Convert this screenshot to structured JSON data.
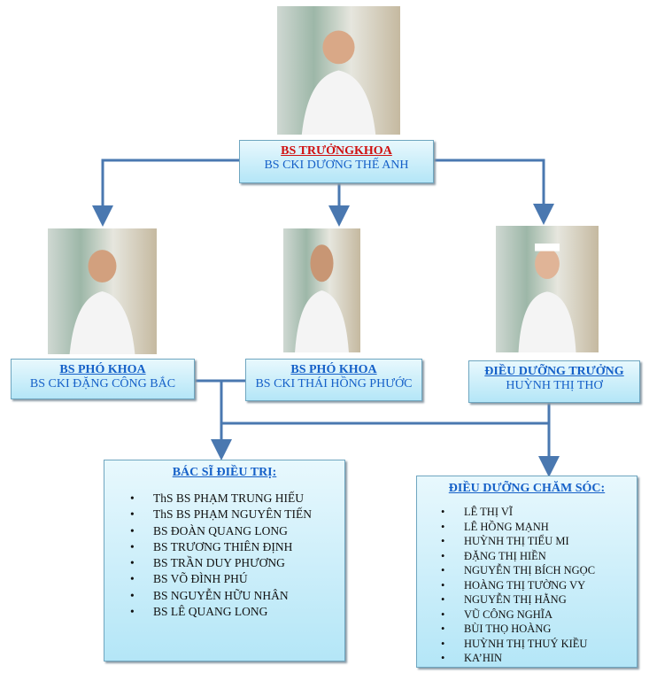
{
  "head": {
    "role": "BS TRƯỞNGKHOA",
    "name": "BS CKI DƯƠNG THẾ ANH"
  },
  "deputies": [
    {
      "role": "BS PHÓ KHOA",
      "name": "BS CKI ĐẶNG CÔNG BẮC"
    },
    {
      "role": "BS PHÓ KHOA",
      "name": "BS CKI THÁI HỒNG PHƯỚC"
    },
    {
      "role": "ĐIỀU DƯỠNG TRƯỞNG",
      "name": "HUỲNH  THỊ THƠ"
    }
  ],
  "doctors": {
    "title": "BÁC SĨ ĐIỀU TRỊ:",
    "items": [
      "ThS BS PHẠM TRUNG HIẾU",
      "ThS BS PHẠM NGUYÊN TIẾN",
      "BS ĐOÀN QUANG LONG",
      "BS TRƯƠNG THIÊN ĐỊNH",
      "BS TRẦN DUY PHƯƠNG",
      "BS VÕ ĐÌNH PHÚ",
      "BS NGUYỄN HỮU NHÂN",
      "BS LÊ QUANG LONG"
    ]
  },
  "nurses": {
    "title": "ĐIỀU DƯỠNG CHĂM SÓC:",
    "items": [
      "LÊ THỊ VĨ",
      "LÊ HỒNG MẠNH",
      "HUỲNH THỊ TIỂU MI",
      "ĐẶNG THỊ HIỀN",
      "NGUYỄN THỊ BÍCH NGỌC",
      "HOÀNG THỊ TƯỜNG VY",
      "NGUYỄN THỊ HẰNG",
      "VŨ CÔNG NGHĨA",
      "BÙI THỌ HOÀNG",
      "HUỲNH THỊ THUÝ KIỀU",
      "KA’HIN"
    ]
  },
  "colors": {
    "line": "#4a78b0",
    "title": "#1560c8",
    "head_title": "#d01010"
  }
}
